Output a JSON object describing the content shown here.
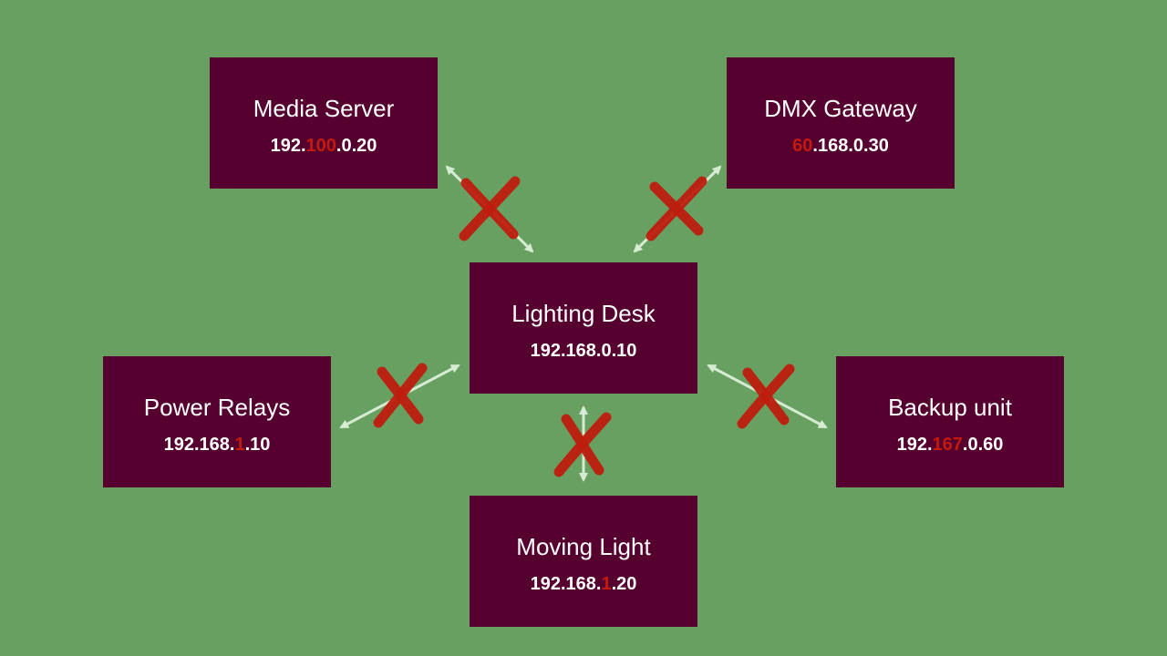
{
  "colors": {
    "background": "#68a061",
    "node_fill": "#560030",
    "text": "#ffffff",
    "mismatch": "#c41a0e",
    "arrow": "#d6ecd2",
    "cross": "#be1d0e"
  },
  "nodes": {
    "media": {
      "name": "Media Server",
      "ip": {
        "pre": "192.",
        "hl": "100",
        "post": ".0.20"
      }
    },
    "dmx": {
      "name": "DMX Gateway",
      "ip": {
        "pre": "",
        "hl": "60",
        "post": ".168.0.30"
      }
    },
    "desk": {
      "name": "Lighting Desk",
      "ip": {
        "pre": "192.168.0.10",
        "hl": "",
        "post": ""
      }
    },
    "power": {
      "name": "Power Relays",
      "ip": {
        "pre": "192.168.",
        "hl": "1",
        "post": ".10"
      }
    },
    "backup": {
      "name": "Backup unit",
      "ip": {
        "pre": "192.",
        "hl": "167",
        "post": ".0.60"
      }
    },
    "moving": {
      "name": "Moving Light",
      "ip": {
        "pre": "192.168.",
        "hl": "1",
        "post": ".20"
      }
    }
  },
  "connections": [
    {
      "from": "desk",
      "to": "media",
      "status": "blocked"
    },
    {
      "from": "desk",
      "to": "dmx",
      "status": "blocked"
    },
    {
      "from": "desk",
      "to": "power",
      "status": "blocked"
    },
    {
      "from": "desk",
      "to": "backup",
      "status": "blocked"
    },
    {
      "from": "desk",
      "to": "moving",
      "status": "blocked"
    }
  ]
}
